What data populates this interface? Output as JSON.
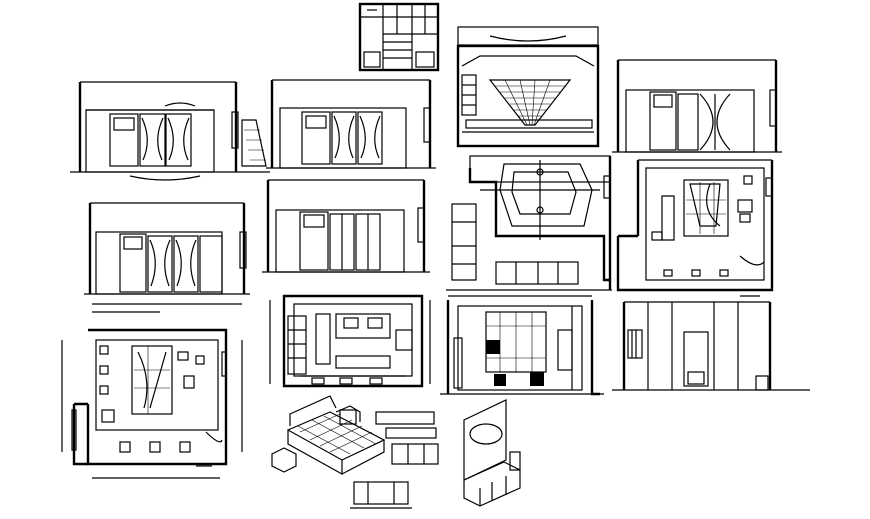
{
  "drawing": {
    "title": "",
    "background": "#ffffff",
    "ink": "#000000",
    "views": [
      {
        "id": "wardrobe-elevation-small",
        "kind": "elevation"
      },
      {
        "id": "ceiling-elevation-top",
        "kind": "elevation"
      },
      {
        "id": "bedroom-elevation-a",
        "kind": "elevation"
      },
      {
        "id": "bedroom-elevation-b",
        "kind": "elevation"
      },
      {
        "id": "bedroom-elevation-c",
        "kind": "elevation"
      },
      {
        "id": "bedroom-elevation-d",
        "kind": "elevation"
      },
      {
        "id": "bedroom-elevation-e",
        "kind": "elevation"
      },
      {
        "id": "ceiling-plan-center",
        "kind": "plan"
      },
      {
        "id": "ceiling-plan-right",
        "kind": "plan"
      },
      {
        "id": "floor-plan-left",
        "kind": "plan"
      },
      {
        "id": "furniture-layout",
        "kind": "plan"
      },
      {
        "id": "wardrobe-section",
        "kind": "section"
      },
      {
        "id": "wall-elevation-right",
        "kind": "elevation"
      },
      {
        "id": "bed-isometric",
        "kind": "isometric"
      },
      {
        "id": "dresser-isometric",
        "kind": "isometric"
      }
    ]
  }
}
